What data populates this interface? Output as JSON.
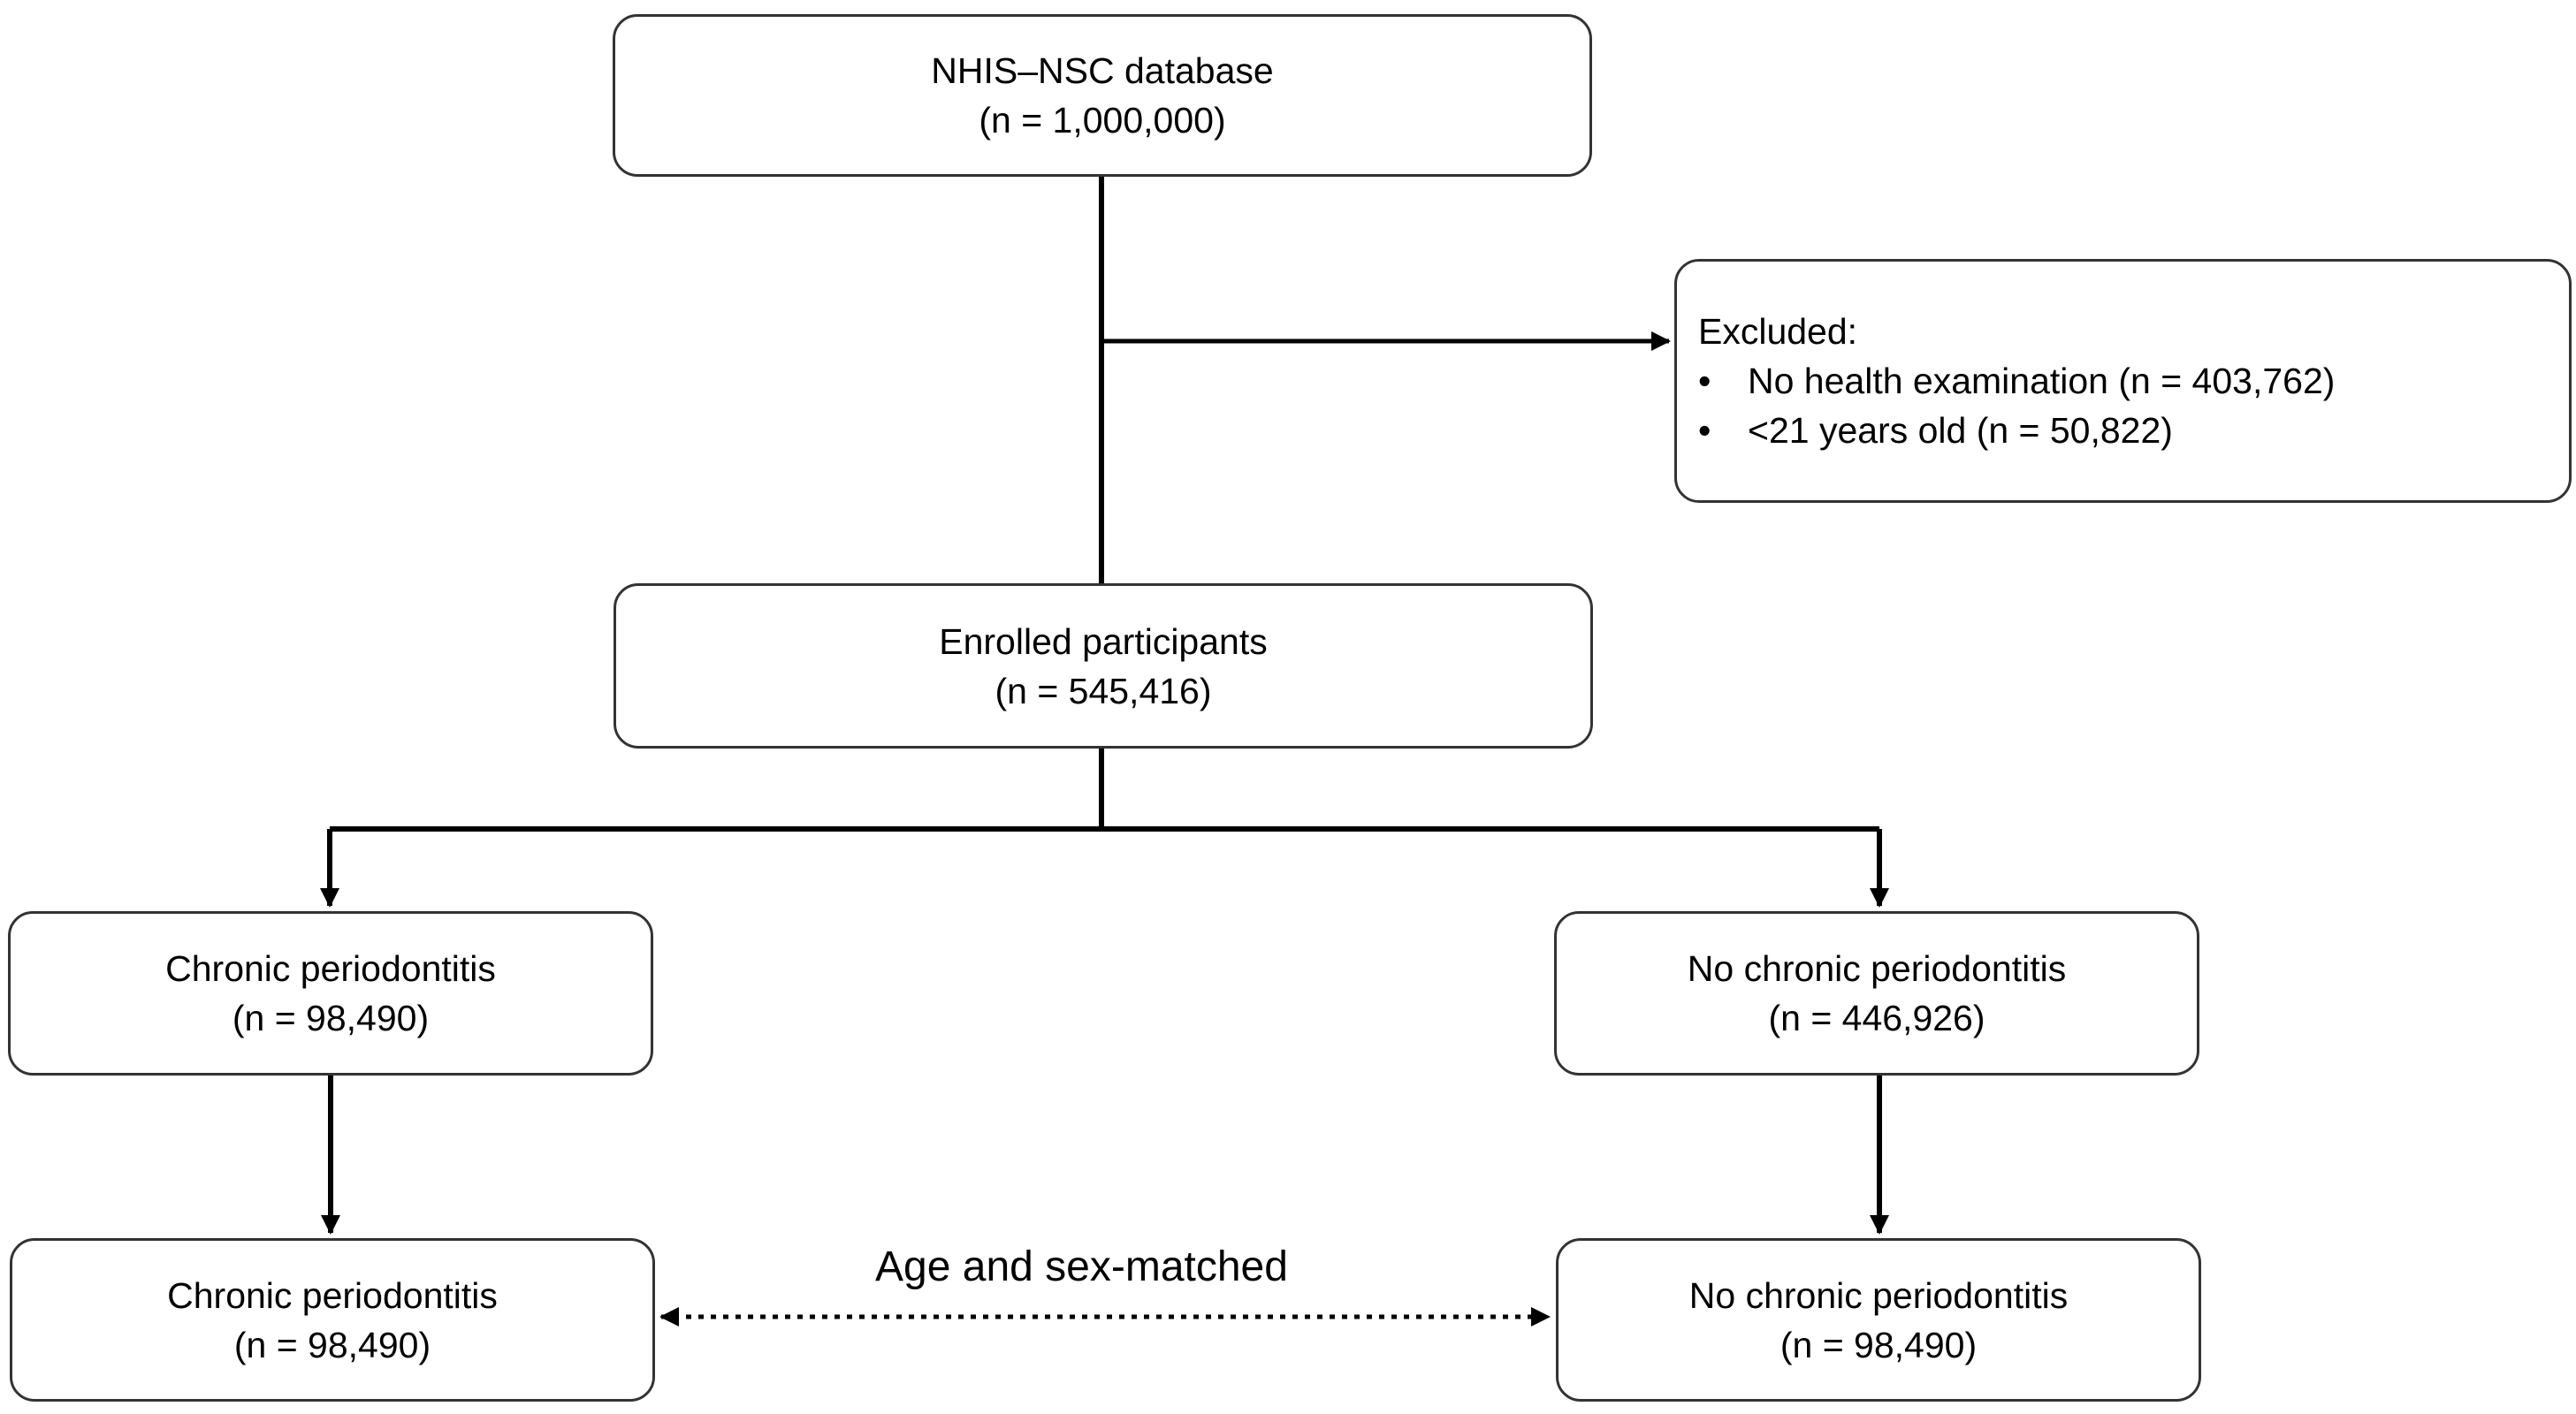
{
  "diagram": {
    "source": {
      "title": "NHIS–NSC database",
      "count": "(n = 1,000,000)"
    },
    "excluded": {
      "heading": "Excluded:",
      "bullet_glyph": "•",
      "items": [
        "No health examination (n = 403,762)",
        "<21 years old (n = 50,822)"
      ]
    },
    "enrolled": {
      "title": "Enrolled participants",
      "count": "(n = 545,416)"
    },
    "groups": [
      {
        "title": "Chronic periodontitis",
        "count": "(n = 98,490)"
      },
      {
        "title": "No chronic periodontitis",
        "count": "(n = 446,926)"
      }
    ],
    "matched": [
      {
        "title": "Chronic periodontitis",
        "count": "(n = 98,490)"
      },
      {
        "title": "No chronic periodontitis",
        "count": "(n = 98,490)"
      }
    ],
    "matching_label": "Age and sex-matched"
  },
  "colors": {
    "line": "#000000",
    "box_border": "#333333",
    "background": "#ffffff"
  }
}
